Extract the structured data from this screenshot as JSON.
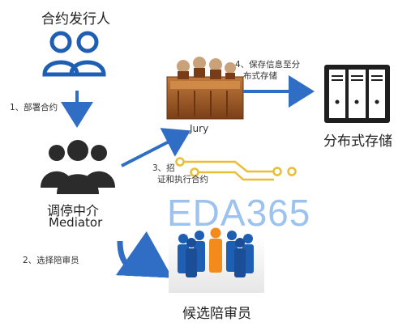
{
  "nodes": {
    "issuer": "合约发行人",
    "mediator_cn": "调停中介",
    "mediator_en": "Mediator",
    "jury": "Jury",
    "storage": "分布式存储",
    "candidates": "候选陪审员"
  },
  "steps": {
    "step1": "1、部署合约",
    "step2": "2、选择陪审员",
    "step3_line1": "3、招",
    "step3_line2": "证和执行合约",
    "step4_line1": "4、保存信息至分",
    "step4_line2": "布式存储"
  },
  "watermark": "EDA365",
  "colors": {
    "arrow": "#2f6ec4",
    "people_blue": "#1e5fb4",
    "mediator_dark": "#2b2b2b",
    "storage_dark": "#1f1f1f",
    "wood": "#9c5a2a",
    "circuit": "#e8b81f"
  }
}
